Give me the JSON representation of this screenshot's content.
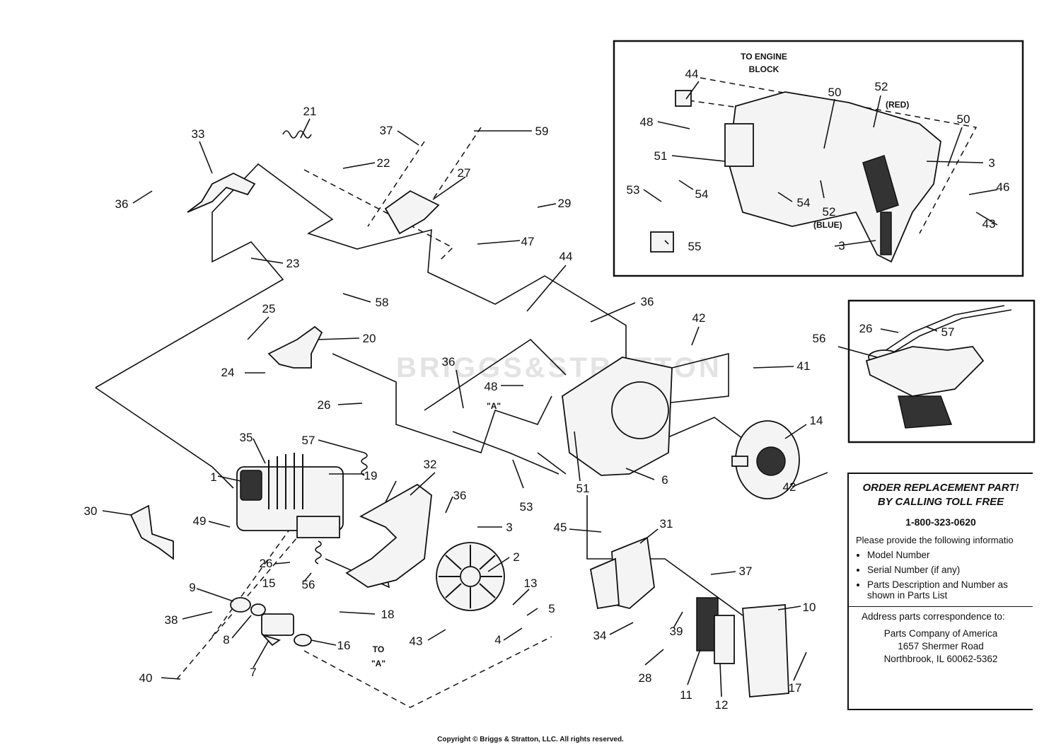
{
  "inset_top": {
    "to_engine_block": [
      "TO ENGINE",
      "BLOCK"
    ],
    "red": "(RED)",
    "blue": "(BLUE)"
  },
  "notes": {
    "A_label": "\"A\"",
    "to_a": [
      "TO",
      "\"A\""
    ]
  },
  "watermark": "BRIGGS&STRATTON",
  "order_box": {
    "heading": [
      "ORDER REPLACEMENT PART!",
      "BY CALLING TOLL FREE"
    ],
    "phone": "1-800-323-0620",
    "provide": "Please provide the following informatio",
    "items": [
      "Model Number",
      "Serial Number (if any)",
      "Parts Description and Number as shown in Parts List"
    ],
    "address_heading": "Address parts correspondence to:",
    "address": [
      "Parts Company of America",
      "1657 Shermer Road",
      "Northbrook, IL 60062-5362"
    ]
  },
  "copyright": "Copyright © Briggs & Stratton, LLC. All rights reserved.",
  "callouts": [
    "44",
    "48",
    "51",
    "53",
    "54",
    "55",
    "50",
    "52",
    "54",
    "52",
    "50",
    "3",
    "46",
    "43",
    "3",
    "21",
    "33",
    "36",
    "37",
    "59",
    "22",
    "27",
    "29",
    "47",
    "23",
    "58",
    "44",
    "36",
    "42",
    "25",
    "20",
    "24",
    "41",
    "26",
    "36",
    "48",
    "56",
    "57",
    "26",
    "14",
    "35",
    "57",
    "19",
    "53",
    "51",
    "6",
    "1",
    "32",
    "36",
    "42",
    "30",
    "49",
    "3",
    "45",
    "31",
    "37",
    "2",
    "26",
    "15",
    "56",
    "13",
    "9",
    "5",
    "18",
    "38",
    "8",
    "4",
    "43",
    "34",
    "39",
    "10",
    "16",
    "7",
    "28",
    "11",
    "12",
    "17",
    "40"
  ]
}
